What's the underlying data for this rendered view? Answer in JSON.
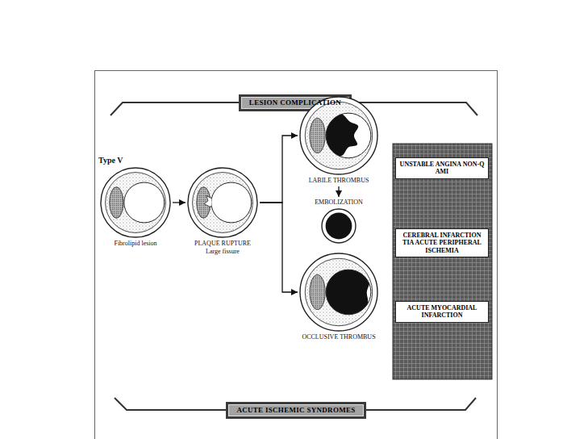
{
  "diagram": {
    "nodes": [
      {
        "text": [
          "LESION COMPLICATION"
        ]
      },
      {
        "text": [
          "Type V",
          "Fibrolipid lesion"
        ]
      },
      {
        "text": [
          "PLAQUE RUPTURE",
          "Large fissure"
        ]
      },
      {
        "text": [
          "LABILE THROMBUS"
        ]
      },
      {
        "text": [
          "EMBOLIZATION"
        ]
      },
      {
        "text": [
          "OCCLUSIVE THROMBUS"
        ]
      },
      {
        "text": [
          "UNSTABLE ANGINA NON-Q AMI"
        ]
      },
      {
        "text": [
          "CEREBRAL INFARCTION TIA ACUTE PERIPHERAL ISCHEMIA"
        ]
      },
      {
        "text": [
          "ACUTE MYOCARDIAL INFARCTION"
        ]
      },
      {
        "text": [
          "ACUTE ISCHEMIC SYNDROMES"
        ]
      }
    ],
    "edges": [
      {
        "from": 1,
        "to": 2,
        "arrow": "to"
      },
      {
        "from": 2,
        "to": 3,
        "arrow": "to"
      },
      {
        "from": 2,
        "to": 5,
        "arrow": "to"
      },
      {
        "from": 3,
        "to": 4,
        "arrow": "to"
      }
    ]
  }
}
